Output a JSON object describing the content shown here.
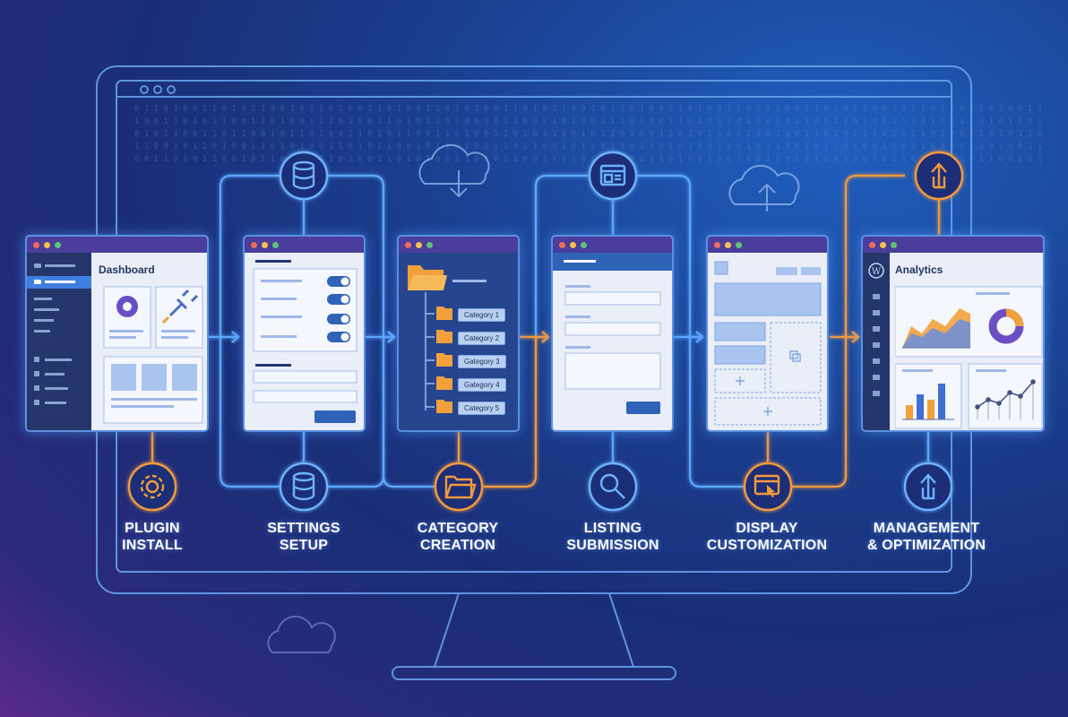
{
  "panels": {
    "dashboard_title": "Dashboard",
    "analytics_title": "Analytics",
    "categories": [
      "Category 1",
      "Category 2",
      "Gategory 3",
      "Gategory 4",
      "Category 5"
    ]
  },
  "steps": [
    {
      "line1": "PLUGIN",
      "line2": "INSTALL",
      "icon": "gear-icon"
    },
    {
      "line1": "SETTINGS",
      "line2": "SETUP",
      "icon": "database-icon"
    },
    {
      "line1": "CATEGORY",
      "line2": "CREATION",
      "icon": "folder-icon"
    },
    {
      "line1": "LISTING",
      "line2": "SUBMISSION",
      "icon": "search-icon"
    },
    {
      "line1": "DISPLAY",
      "line2": "CUSTOMIZATION",
      "icon": "browser-cursor-icon"
    },
    {
      "line1": "MANAGEMENT",
      "line2": "& OPTIMIZATION",
      "icon": "upload-arrow-icon"
    }
  ],
  "colors": {
    "accent_blue": "#5ba8ff",
    "accent_orange": "#f39a3c",
    "titlebar": "#4a3d9c",
    "panel_bg": "#e9eef9"
  }
}
